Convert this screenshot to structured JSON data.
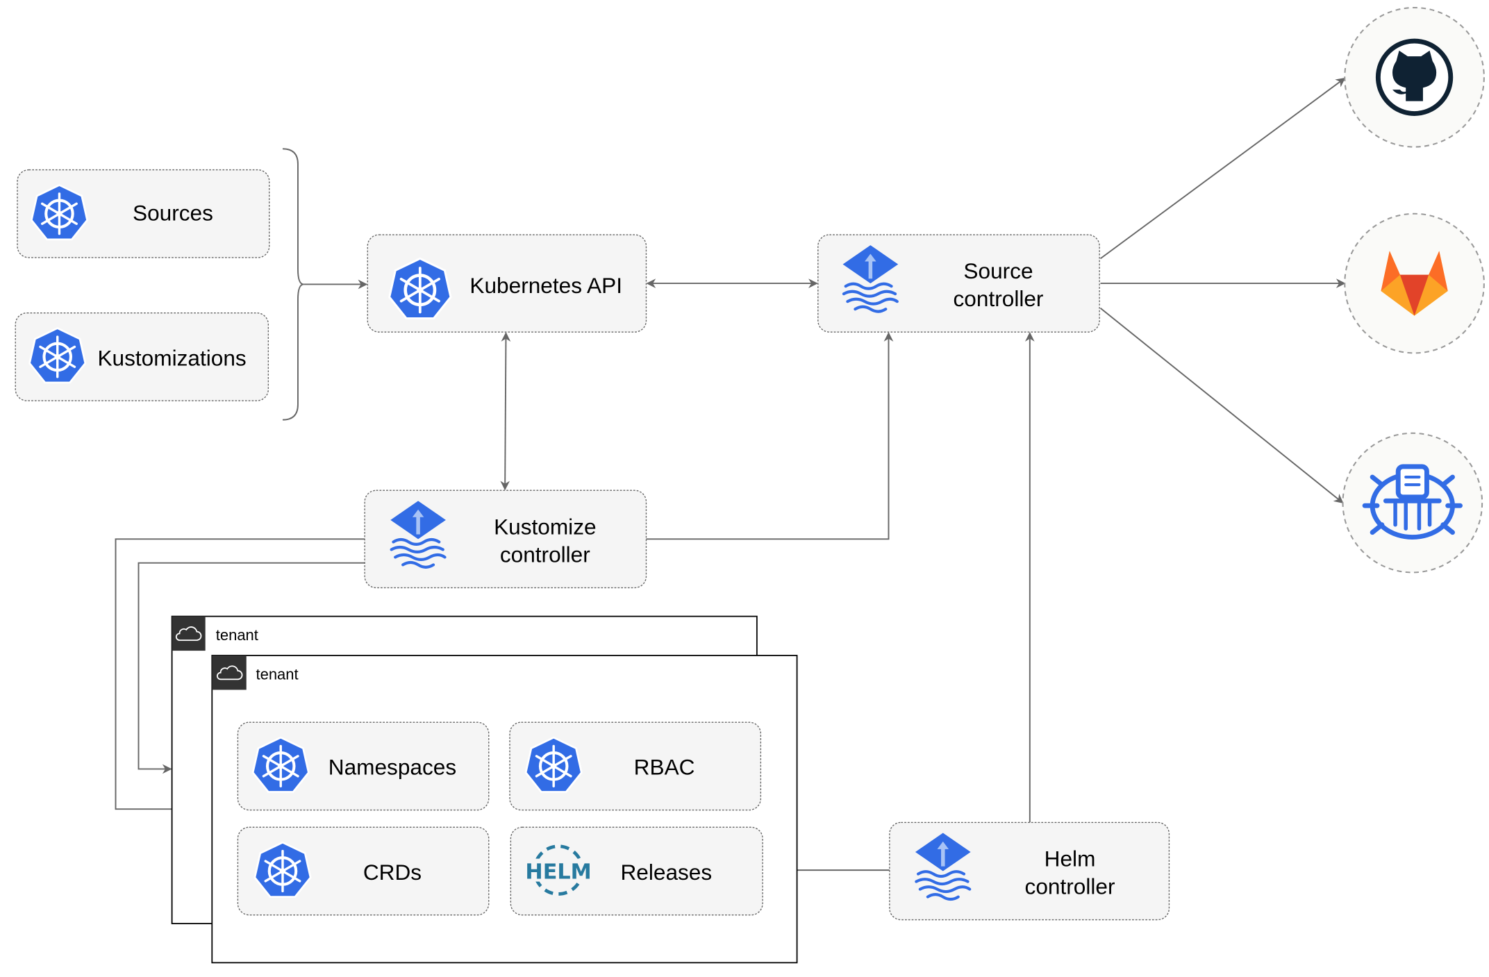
{
  "nodes": {
    "sources": "Sources",
    "kustomizations": "Kustomizations",
    "kubernetes_api": "Kubernetes API",
    "source_controller": [
      "Source",
      "controller"
    ],
    "kustomize_controller": [
      "Kustomize",
      "controller"
    ],
    "helm_controller": [
      "Helm",
      "controller"
    ],
    "namespaces": "Namespaces",
    "rbac": "RBAC",
    "crds": "CRDs",
    "releases": "Releases",
    "helm_logo": "HELM"
  },
  "groups": {
    "tenant_back": "tenant",
    "tenant_front": "tenant"
  },
  "external": [
    "github-icon",
    "gitlab-icon",
    "bucket-icon"
  ],
  "colors": {
    "k8s_blue": "#326ce5",
    "helm": "#277a9f",
    "gitlab_orange": "#e24329",
    "github_dark": "#0f2233",
    "edge": "#666666"
  }
}
